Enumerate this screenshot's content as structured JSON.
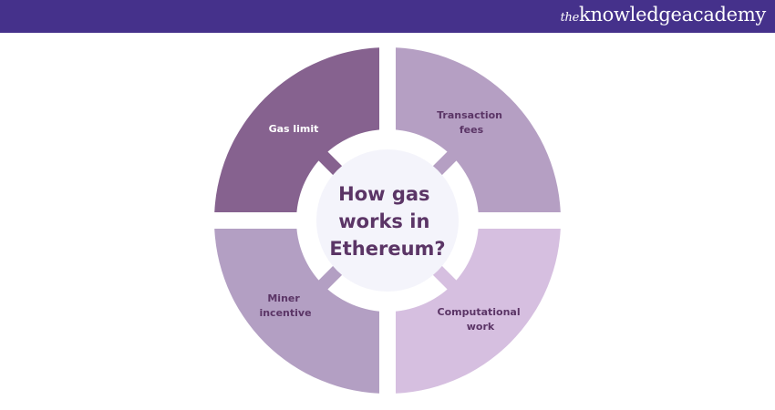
{
  "header": {
    "logo_prefix": "the",
    "logo_main": "knowledgeacademy",
    "color": "#45318b"
  },
  "diagram": {
    "center": {
      "lines": [
        "How gas",
        "works in",
        "Ethereum?"
      ],
      "color": "#5b3566",
      "fill": "#f4f4fb"
    },
    "quadrants": [
      {
        "lines": [
          "Gas limit"
        ],
        "color": "#86628f",
        "text_color": "#ffffff"
      },
      {
        "lines": [
          "Transaction",
          "fees"
        ],
        "color": "#b59fc3",
        "text_color": "#5b3566"
      },
      {
        "lines": [
          "Miner",
          "incentive"
        ],
        "color": "#b39fc3",
        "text_color": "#5b3566"
      },
      {
        "lines": [
          "Computational",
          "work"
        ],
        "color": "#d6bfe0",
        "text_color": "#5b3566"
      }
    ]
  }
}
